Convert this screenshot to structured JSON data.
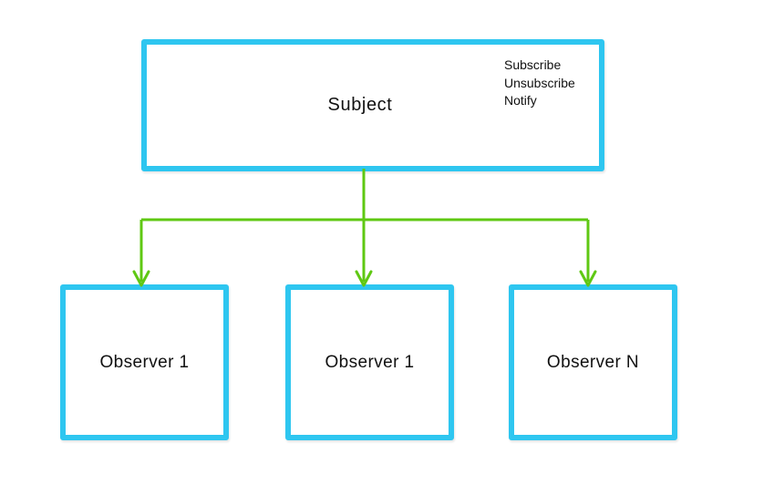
{
  "colors": {
    "box_border": "#2ec6f0",
    "connector": "#5fc813",
    "text": "#111111",
    "canvas_bg": "#ffffff"
  },
  "subject": {
    "label": "Subject",
    "methods": [
      "Subscribe",
      "Unsubscribe",
      "Notify"
    ]
  },
  "observers": [
    {
      "label": "Observer 1"
    },
    {
      "label": "Observer 1"
    },
    {
      "label": "Observer N"
    }
  ]
}
